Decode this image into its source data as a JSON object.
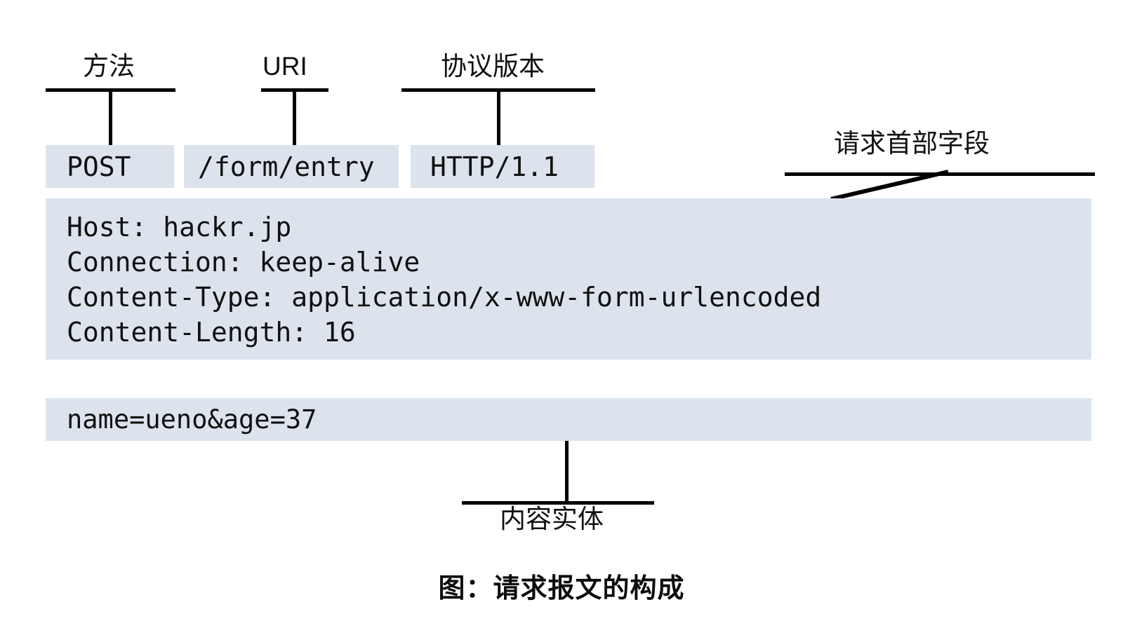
{
  "figure": {
    "caption": "图：请求报文的构成",
    "accent_color": "#dce3ed",
    "line_color": "#000000",
    "text_color": "#111111"
  },
  "start_line": {
    "segments": [
      {
        "key": "method",
        "value": "POST",
        "callout": "方法"
      },
      {
        "key": "uri",
        "value": "/form/entry",
        "callout": "URI"
      },
      {
        "key": "version",
        "value": "HTTP/1.1",
        "callout": "协议版本"
      }
    ]
  },
  "header_block": {
    "callout": "请求首部字段",
    "lines": [
      "Host: hackr.jp",
      "Connection: keep-alive",
      "Content-Type: application/x-www-form-urlencoded",
      "Content-Length: 16"
    ]
  },
  "body_block": {
    "callout": "内容实体",
    "lines": [
      "name=ueno&age=37"
    ]
  }
}
